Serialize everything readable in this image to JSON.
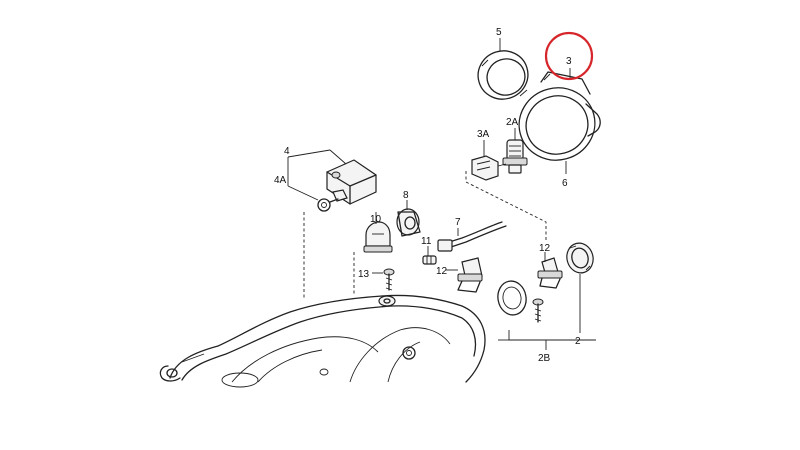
{
  "callouts": {
    "c5": "5",
    "c3": "3",
    "c3a": "3A",
    "c2a": "2A",
    "c6": "6",
    "c4": "4",
    "c4a": "4A",
    "c8": "8",
    "c10": "10",
    "c7": "7",
    "c11": "11",
    "c12_left": "12",
    "c12_right": "12",
    "c13": "13",
    "c2": "2",
    "c2b": "2B"
  },
  "colors": {
    "line": "#222222",
    "highlight_circle": "#d6262b",
    "background": "#ffffff"
  },
  "highlighted_callout": "3"
}
